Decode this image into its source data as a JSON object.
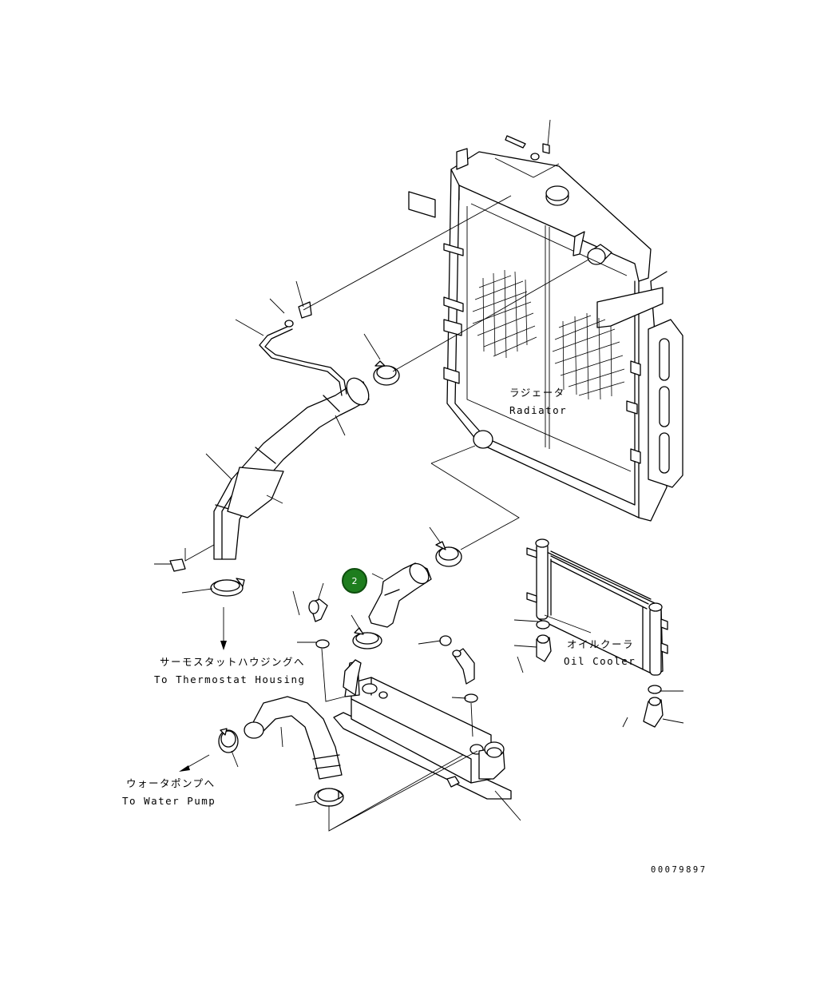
{
  "labels": {
    "radiator_jp": "ラジェータ",
    "radiator_en": "Radiator",
    "oil_cooler_jp": "オイルクーラ",
    "oil_cooler_en": "Oil Cooler",
    "thermostat_jp": "サーモスタットハウジングへ",
    "thermostat_en": "To Thermostat Housing",
    "water_pump_jp": "ウォータポンプへ",
    "water_pump_en": "To Water Pump",
    "drawing_number": "00079897"
  },
  "callouts": [
    {
      "id": "2"
    }
  ]
}
